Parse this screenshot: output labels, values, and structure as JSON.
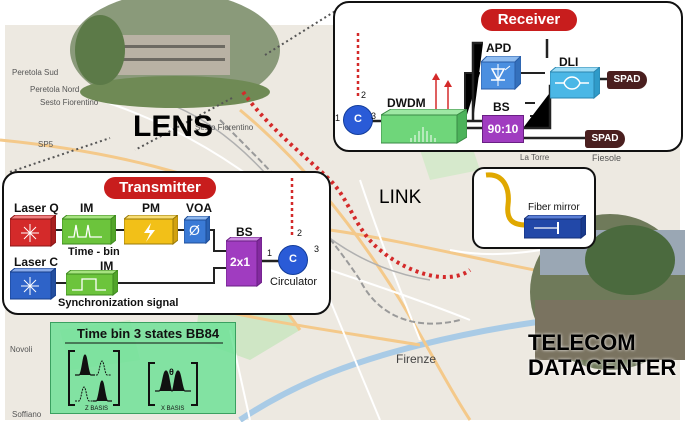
{
  "receiver": {
    "title": "Receiver",
    "apd": "APD",
    "dli": "DLI",
    "dwdm": "DWDM",
    "bs": "BS",
    "ratio": "90:10",
    "spad1": "SPAD",
    "spad2": "SPAD",
    "circulator": "C",
    "port1": "1",
    "port2": "2",
    "port3": "3"
  },
  "transmitter": {
    "title": "Transmitter",
    "laser_q": "Laser Q",
    "laser_c": "Laser C",
    "im1": "IM",
    "im2": "IM",
    "pm": "PM",
    "voa": "VOA",
    "voa_symbol": "Ø",
    "timebin": "Time - bin",
    "bs": "BS",
    "bs_ratio": "2x1",
    "circulator": "C",
    "circulator_label": "Circulator",
    "sync": "Synchronization signal",
    "port1": "1",
    "port2": "2",
    "port3": "3"
  },
  "labels": {
    "lens": "LENS",
    "link": "LINK",
    "telecom_line1": "TELECOM",
    "telecom_line2": "DATACENTER",
    "fiber_mirror": "Fiber mirror"
  },
  "map_labels": {
    "peretola_sud": "Peretola Sud",
    "peretola_nord": "Peretola Nord",
    "sesto_fiorentino": "Sesto Fiorentino",
    "sesto_fiorentino2": "Sesto Fiorentino",
    "sp5": "SP5",
    "firenze": "Firenze",
    "fiesole": "Fiesole",
    "la_torre": "La Torre",
    "novoli": "Novoli",
    "soffiano": "Soffiano"
  },
  "bb84": {
    "title": "Time bin 3 states BB84",
    "z_basis": "Z BASIS",
    "x_basis": "X BASIS",
    "theta": "θ"
  },
  "colors": {
    "accent_red": "#c81d1d",
    "laser_q": "#d42a2a",
    "laser_c": "#2e63c8",
    "im": "#6cc43c",
    "pm": "#f2c018",
    "voa": "#3a7ad6",
    "bs": "#a03cc0",
    "dwdm": "#6fd67a",
    "apd": "#4b8fe0",
    "dli": "#4ab7e6",
    "mirror": "#2248a8",
    "bb84_bg": "#6ee196"
  }
}
